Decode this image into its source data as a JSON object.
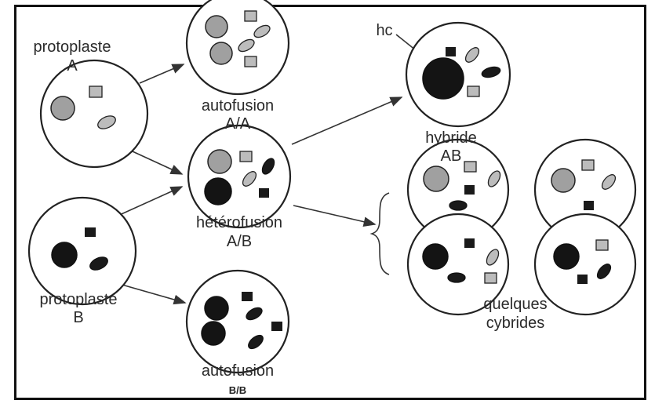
{
  "labels": {
    "protoplaste_a": [
      "protoplaste",
      "A"
    ],
    "protoplaste_b": [
      "protoplaste",
      "B"
    ],
    "autofusion_aa": [
      "autofusion",
      "A/A"
    ],
    "autofusion_bb": [
      "autofusion",
      "B/B"
    ],
    "heterofusion": [
      "hétérofusion",
      "A/B"
    ],
    "hybride": [
      "hybride",
      "AB"
    ],
    "hc": "hc",
    "cybrides": [
      "quelques",
      "cybrides"
    ]
  },
  "colors": {
    "nucleus_a": "#a9a9a9",
    "nucleus_b": "#141414",
    "organelle_a": "#b8b8b8",
    "organelle_b": "#1a1a1a",
    "outline": "#222222"
  }
}
